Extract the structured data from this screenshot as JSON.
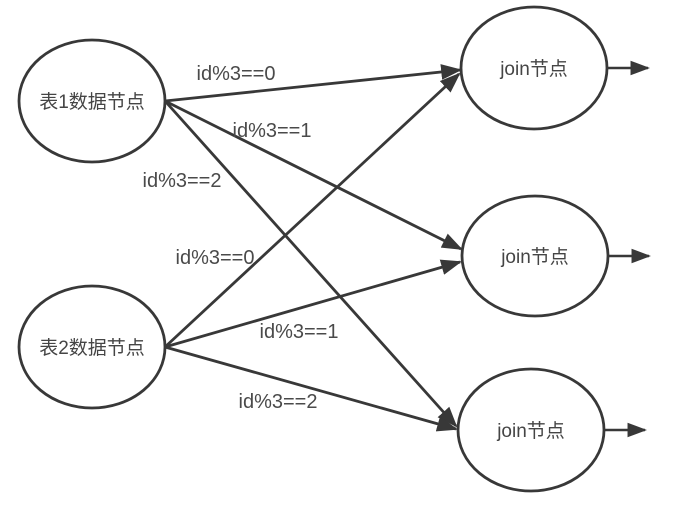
{
  "diagram": {
    "background_color": "#ffffff",
    "line_color": "#383838",
    "text_color": "#4a4a4a",
    "nodes": [
      {
        "id": "table1",
        "label": "表1数据节点",
        "shape": "ellipse"
      },
      {
        "id": "table2",
        "label": "表2数据节点",
        "shape": "ellipse"
      },
      {
        "id": "join1",
        "label": "join节点",
        "shape": "ellipse"
      },
      {
        "id": "join2",
        "label": "join节点",
        "shape": "ellipse"
      },
      {
        "id": "join3",
        "label": "join节点",
        "shape": "ellipse"
      }
    ],
    "edges": [
      {
        "from": "table1",
        "to": "join1",
        "label": "id%3==0"
      },
      {
        "from": "table1",
        "to": "join2",
        "label": "id%3==1"
      },
      {
        "from": "table1",
        "to": "join3",
        "label": "id%3==2"
      },
      {
        "from": "table2",
        "to": "join1",
        "label": "id%3==0"
      },
      {
        "from": "table2",
        "to": "join2",
        "label": "id%3==1"
      },
      {
        "from": "table2",
        "to": "join3",
        "label": "id%3==2"
      }
    ],
    "output_arrows": [
      {
        "from": "join1"
      },
      {
        "from": "join2"
      },
      {
        "from": "join3"
      }
    ]
  }
}
